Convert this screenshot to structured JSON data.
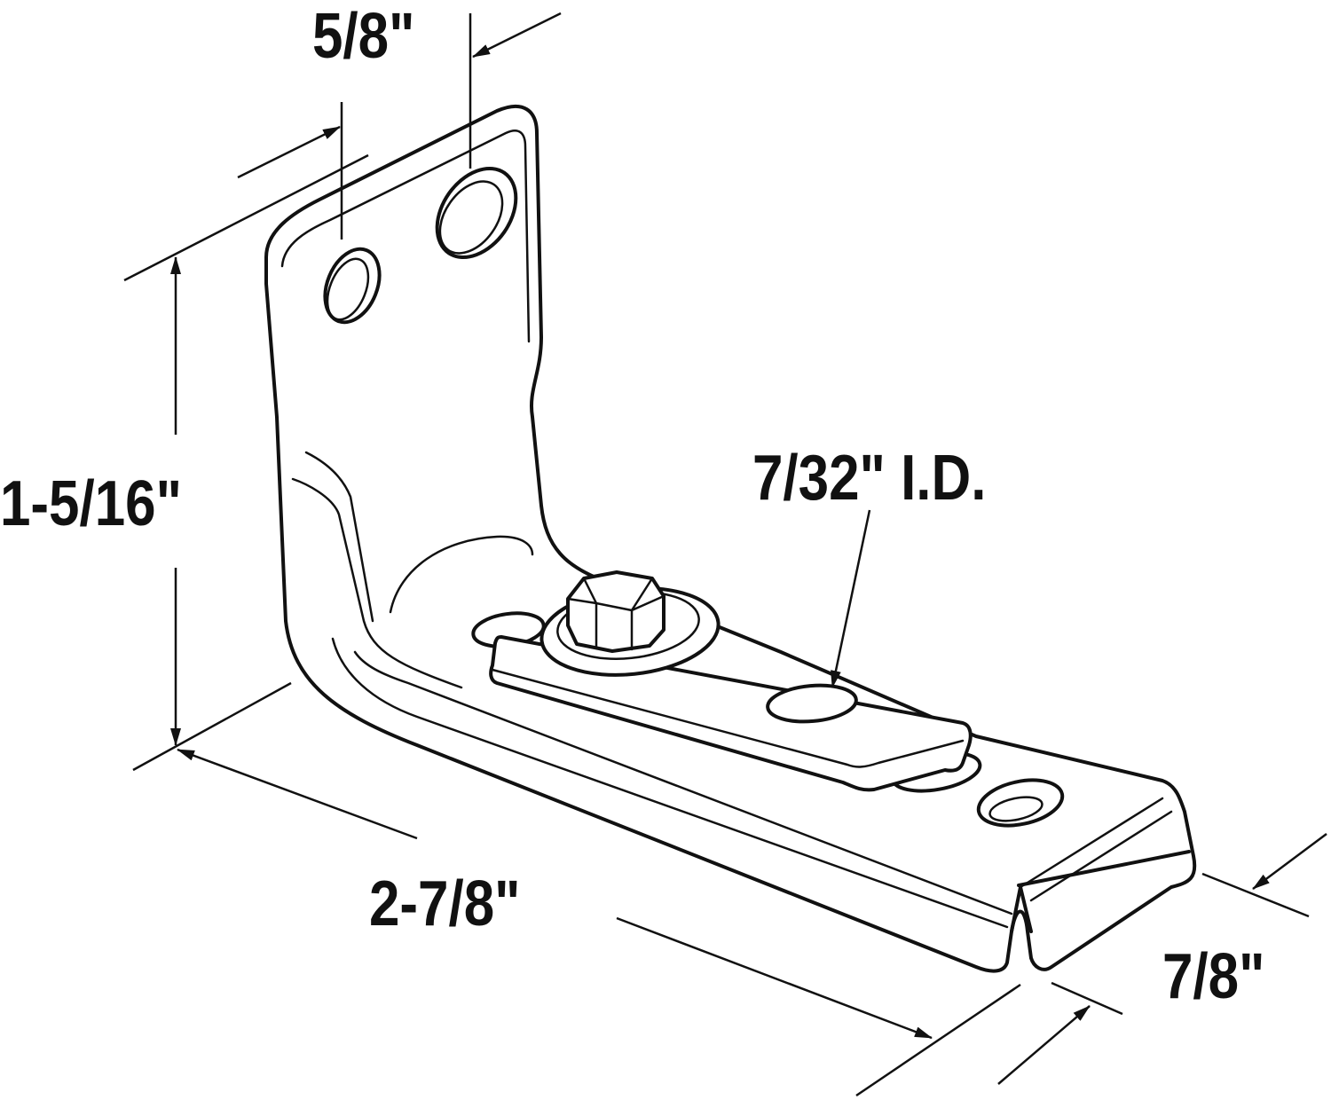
{
  "dimensions": {
    "hole_spacing": "5/8\"",
    "height": "1-5/16\"",
    "inner_diameter": "7/32\" I.D.",
    "length": "2-7/8\"",
    "width": "7/8\""
  },
  "colors": {
    "line": "#111111",
    "background": "#ffffff"
  }
}
